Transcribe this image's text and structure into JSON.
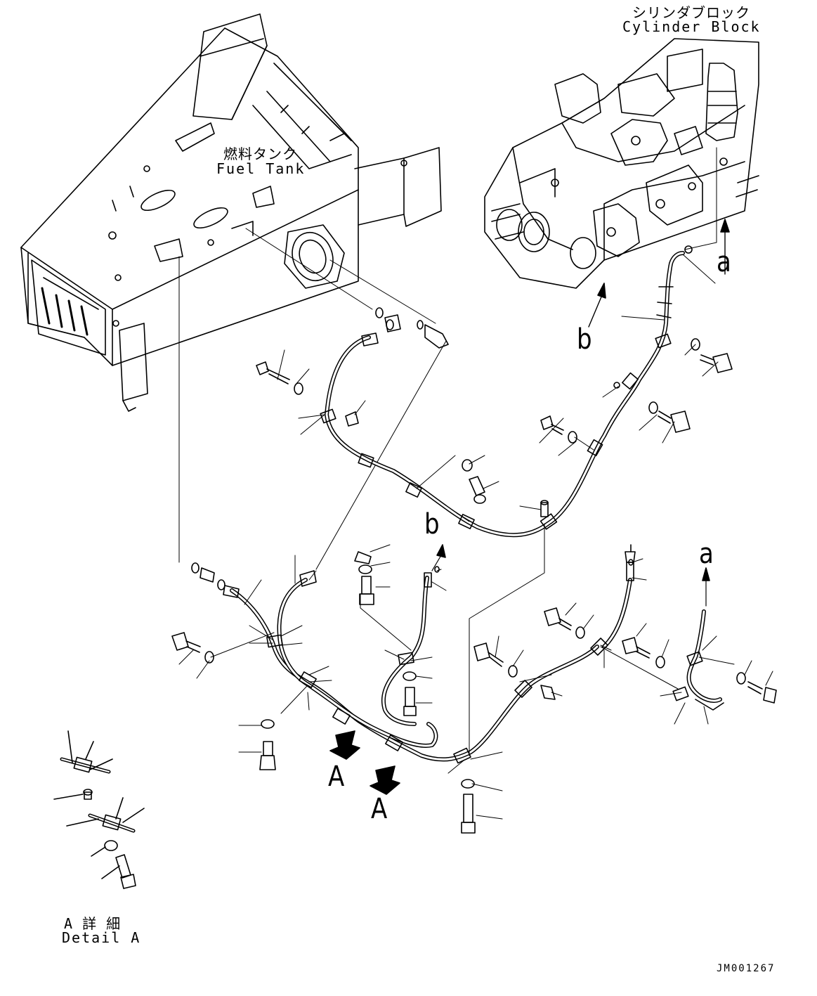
{
  "labels": {
    "cylinder_block_jp": "シリンダブロック",
    "cylinder_block_en": "Cylinder Block",
    "fuel_tank_jp": "燃料タンク",
    "fuel_tank_en": "Fuel Tank",
    "ref_a_top": "a",
    "ref_b_top": "b",
    "ref_b_mid": "b",
    "ref_a_mid": "a",
    "view_A_1": "A",
    "view_A_2": "A",
    "detail_jp": "A 詳 細",
    "detail_en": "Detail A",
    "drawing_number": "JM001267"
  }
}
